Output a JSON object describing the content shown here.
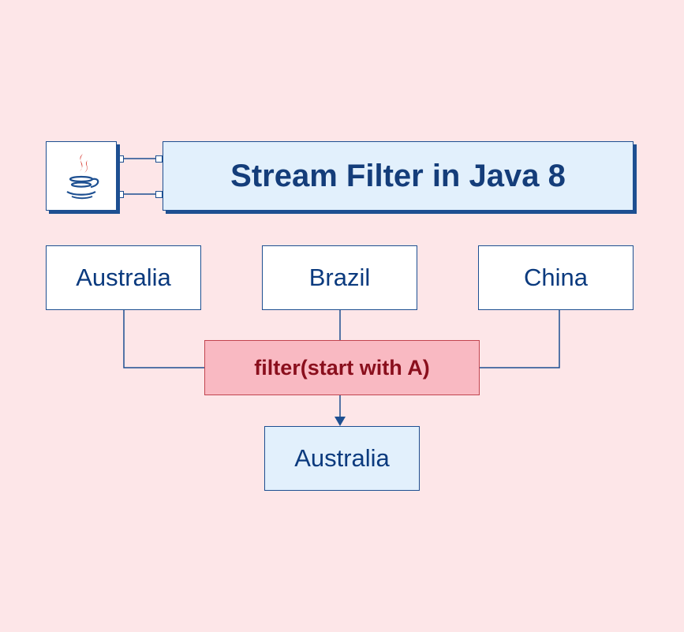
{
  "title": "Stream Filter in Java 8",
  "logo": {
    "icon": "java-coffee-cup-icon"
  },
  "inputs": [
    "Australia",
    "Brazil",
    "China"
  ],
  "filter": "filter(start with A)",
  "result": "Australia",
  "colors": {
    "background": "#fde6e8",
    "primary_blue": "#1d4f91",
    "title_fill": "#e2f0fc",
    "filter_fill": "#f9b9c2",
    "filter_text": "#8a0f1d"
  }
}
